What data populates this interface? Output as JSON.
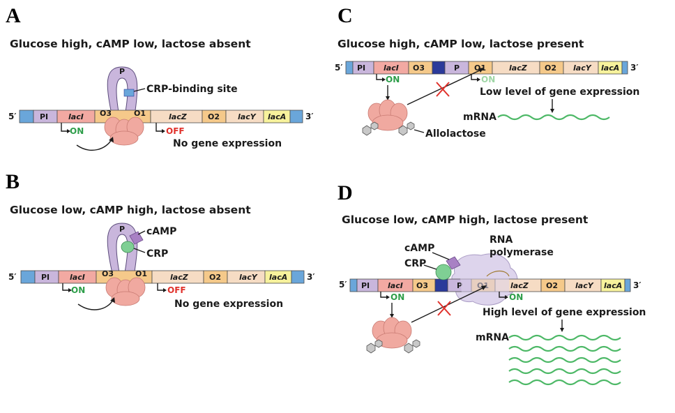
{
  "panels": {
    "A": {
      "letter": "A",
      "title": "Glucose high, cAMP low, lactose absent",
      "end5": "5′",
      "end3": "3′",
      "loop_label": "P",
      "site_labels": {
        "PI": "PI",
        "O3": "O3",
        "O1": "O1",
        "O2": "O2"
      },
      "genes": {
        "lacI": "lacI",
        "lacZ": "lacZ",
        "lacY": "lacY",
        "lacA": "lacA"
      },
      "callout": "CRP-binding site",
      "on": "ON",
      "off": "OFF",
      "note": "No gene expression"
    },
    "B": {
      "letter": "B",
      "title": "Glucose low, cAMP high, lactose absent",
      "end5": "5′",
      "end3": "3′",
      "loop_label": "P",
      "site_labels": {
        "PI": "PI",
        "O3": "O3",
        "O1": "O1",
        "O2": "O2"
      },
      "genes": {
        "lacI": "lacI",
        "lacZ": "lacZ",
        "lacY": "lacY",
        "lacA": "lacA"
      },
      "camp": "cAMP",
      "crp": "CRP",
      "on": "ON",
      "off": "OFF",
      "note": "No gene expression"
    },
    "C": {
      "letter": "C",
      "title": "Glucose high, cAMP low, lactose present",
      "end5": "5′",
      "end3": "3′",
      "site_labels": {
        "PI": "PI",
        "O3": "O3",
        "P": "P",
        "O1": "O1",
        "O2": "O2"
      },
      "genes": {
        "lacI": "lacI",
        "lacZ": "lacZ",
        "lacY": "lacY",
        "lacA": "lacA"
      },
      "on": "ON",
      "on2": "ON",
      "note": "Low level of gene expression",
      "mrna": "mRNA",
      "allolactose": "Allolactose"
    },
    "D": {
      "letter": "D",
      "title": "Glucose low, cAMP high, lactose present",
      "end5": "5′",
      "end3": "3′",
      "site_labels": {
        "PI": "PI",
        "O3": "O3",
        "P": "P",
        "O1": "O1",
        "O2": "O2"
      },
      "genes": {
        "lacI": "lacI",
        "lacZ": "lacZ",
        "lacY": "lacY",
        "lacA": "lacA"
      },
      "camp": "cAMP",
      "crp": "CRP",
      "rnap_line1": "RNA",
      "rnap_line2": "polymerase",
      "on": "ON",
      "on2": "ON",
      "note": "High level of gene expression",
      "mrna": "mRNA"
    }
  },
  "colors": {
    "end_blue": "#6aa6da",
    "promoter_I": "#c9b6dc",
    "lacI": "#f2a9a2",
    "operator": "#f5c98a",
    "lacZ": "#f6dcc4",
    "lacA": "#f7f29c",
    "promoter": "#c8b2dd",
    "crp_site": "#2b3a9a",
    "repressor": "#f0a9a0",
    "crp": "#7fcf94",
    "camp": "#a880c4",
    "rnap": "#ddd4ec",
    "mrna": "#4cb866",
    "on": "#2e9e4a",
    "off": "#e0312b",
    "cross": "#e0312b"
  }
}
